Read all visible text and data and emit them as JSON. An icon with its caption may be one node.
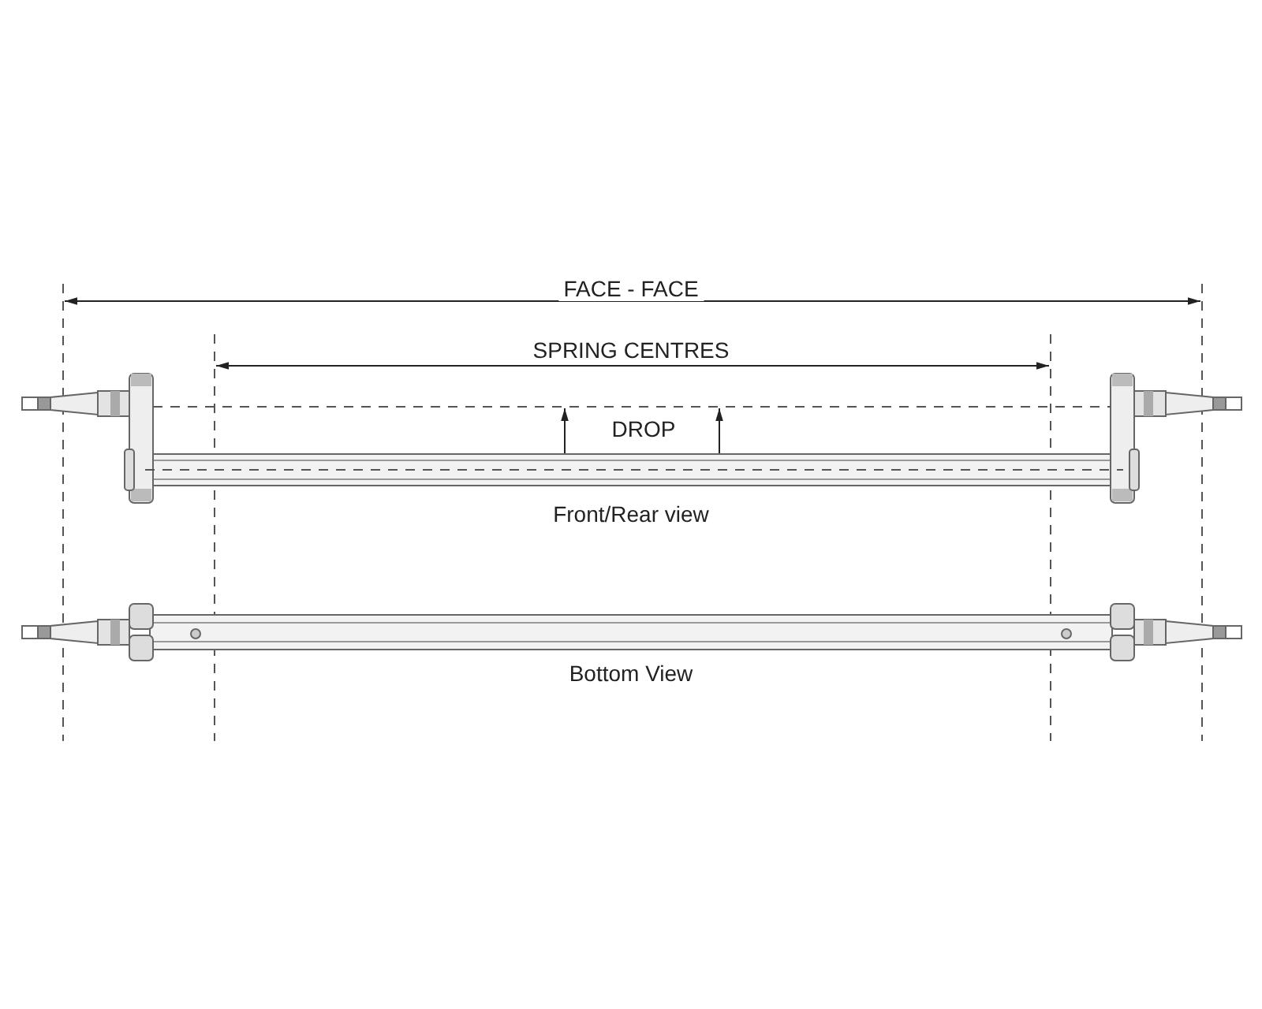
{
  "diagram": {
    "labels": [
      "FACE - FACE",
      "SPRING CENTRES",
      "DROP",
      "Front/Rear view",
      "Bottom View"
    ]
  }
}
